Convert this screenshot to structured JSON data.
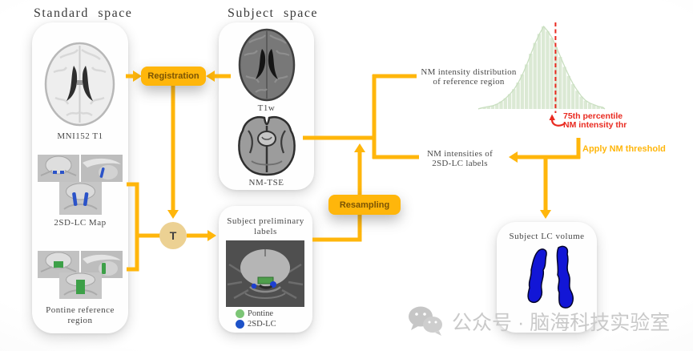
{
  "colors": {
    "accent_orange": "#FFB60B",
    "button_text": "#7A5404",
    "threshold_red": "#E92A20",
    "transform_node_fill": "#ECD193",
    "pontine_green": "#7CC576",
    "sdlc_blue": "#1D52C8",
    "lc_volume_blue": "#1216D6",
    "histogram_green": "#DBE9D4"
  },
  "standard": {
    "title": "Standard space",
    "mni_label": "MNI152 T1",
    "map_label": "2SD-LC Map",
    "pontine_label_1": "Pontine reference",
    "pontine_label_2": "region"
  },
  "subject": {
    "title": "Subject space",
    "t1w_label": "T1w",
    "nmtse_label": "NM-TSE"
  },
  "buttons": {
    "registration": "Registration",
    "resampling": "Resampling",
    "transform": "T"
  },
  "preliminary": {
    "title_1": "Subject preliminary",
    "title_2": "labels",
    "legend": [
      {
        "label": "Pontine",
        "color": "#7CC576"
      },
      {
        "label": "2SD-LC",
        "color": "#1D52C8"
      }
    ]
  },
  "labels": {
    "nm_dist_1": "NM intensity distribution",
    "nm_dist_2": "of reference region",
    "nm_int_1": "NM intensities of",
    "nm_int_2": "2SD-LC labels",
    "threshold_1": "75th percentile",
    "threshold_2": "NM intensity thr",
    "apply": "Apply NM threshold",
    "lc_volume": "Subject LC volume"
  },
  "watermark": {
    "text": "公众号 · 脑海科技实验室"
  },
  "chart_data": {
    "type": "histogram",
    "title": "NM intensity distribution of reference region",
    "bar_heights_rel": [
      1,
      2,
      3,
      4,
      6,
      9,
      13,
      18,
      24,
      32,
      42,
      54,
      67,
      80,
      91,
      100,
      94,
      86,
      75,
      63,
      51,
      40,
      30,
      22,
      15,
      10,
      7,
      5,
      3,
      2
    ],
    "threshold": {
      "position_rel": 0.61,
      "label": "75th percentile NM intensity thr"
    },
    "bar_color": "#DBE9D4",
    "outline_color": "#C9DFC0",
    "threshold_color": "#E92A20",
    "axes": "none",
    "legend_position": "none"
  }
}
